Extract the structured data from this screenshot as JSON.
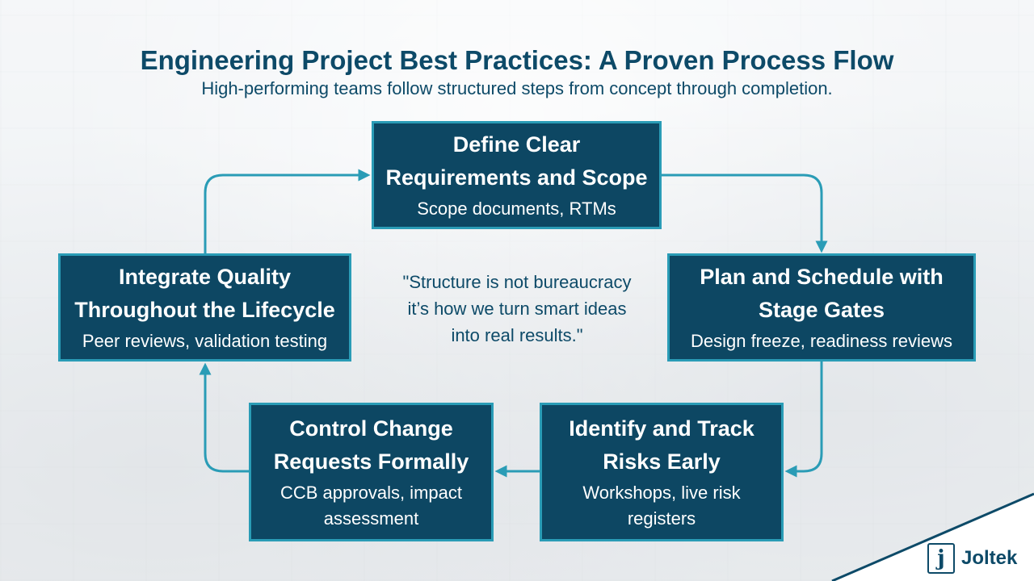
{
  "header": {
    "title": "Engineering Project Best Practices: A Proven Process Flow",
    "subtitle": "High-performing teams follow structured steps from concept through completion."
  },
  "steps": [
    {
      "title_line1": "Define Clear",
      "title_line2": "Requirements and Scope",
      "detail_line1": "Scope documents, RTMs",
      "detail_line2": ""
    },
    {
      "title_line1": "Plan and Schedule with",
      "title_line2": "Stage Gates",
      "detail_line1": "Design freeze, readiness reviews",
      "detail_line2": ""
    },
    {
      "title_line1": "Identify and Track",
      "title_line2": "Risks Early",
      "detail_line1": "Workshops, live risk",
      "detail_line2": "registers"
    },
    {
      "title_line1": "Control Change",
      "title_line2": "Requests Formally",
      "detail_line1": "CCB approvals, impact",
      "detail_line2": "assessment"
    },
    {
      "title_line1": "Integrate Quality",
      "title_line2": "Throughout the Lifecycle",
      "detail_line1": "Peer reviews, validation testing",
      "detail_line2": ""
    }
  ],
  "quote": {
    "line1": "\"Structure is not bureaucracy",
    "line2": "it’s how we turn smart ideas",
    "line3": "into real results.\""
  },
  "brand": {
    "name": "Joltek",
    "mark": "j"
  },
  "colors": {
    "box_fill": "#0d4763",
    "box_border": "#2a9cb6",
    "arrow": "#2a9cb6",
    "title_text": "#0d4a68"
  }
}
